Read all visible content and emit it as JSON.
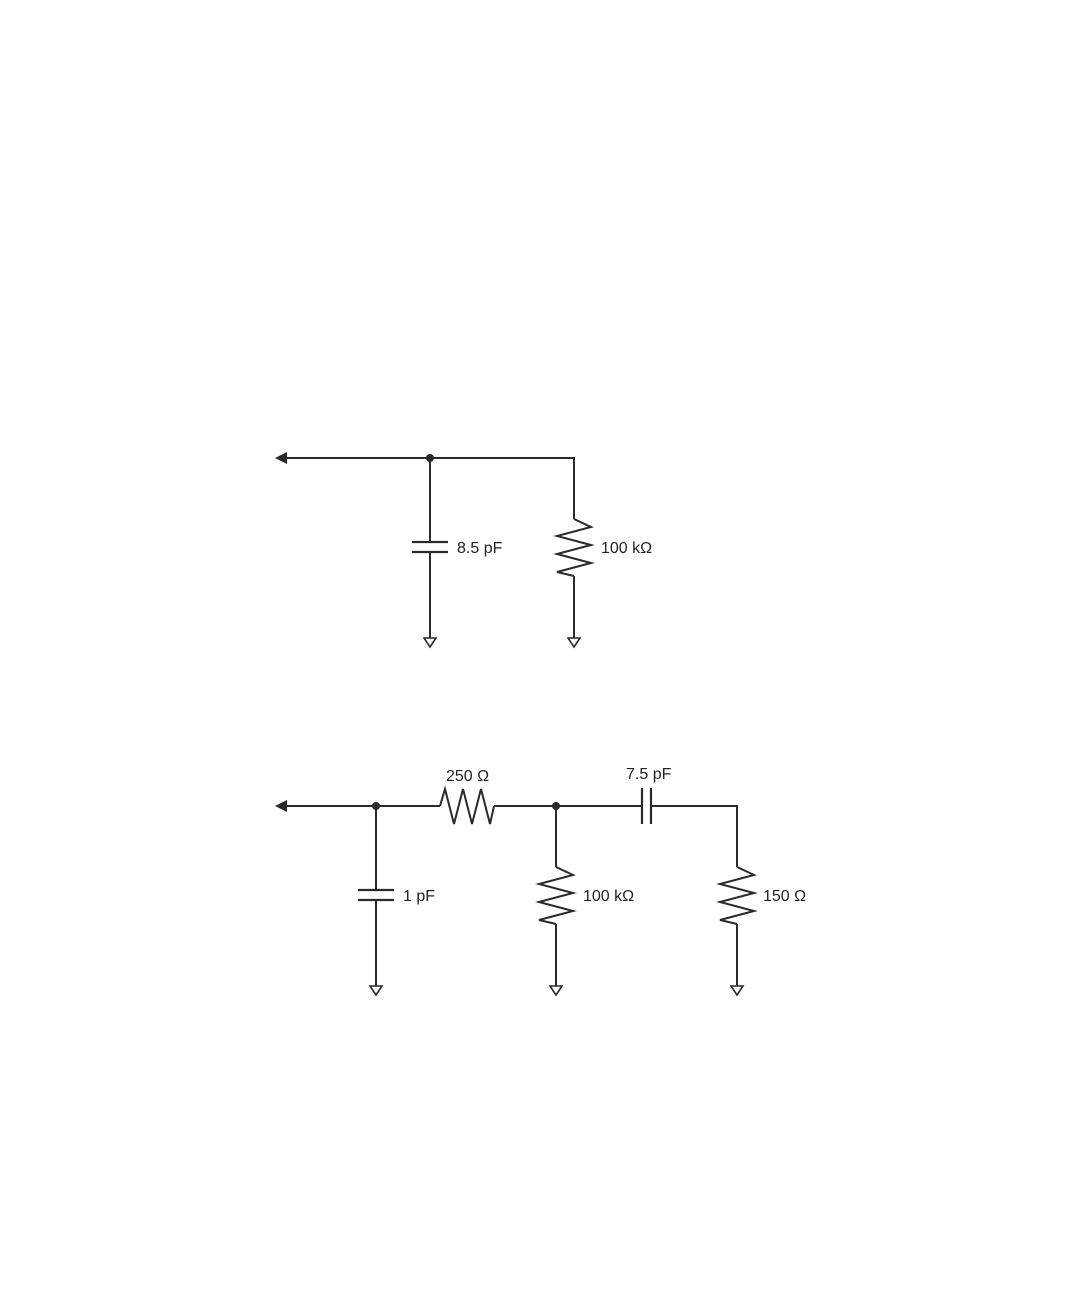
{
  "circuit_a": {
    "capacitor_label": "8.5 pF",
    "resistor_label": "100 kΩ"
  },
  "circuit_b": {
    "capacitor_shunt_label": "1 pF",
    "resistor_series_label": "250 Ω",
    "resistor_shunt_label": "100 kΩ",
    "capacitor_series_label": "7.5 pF",
    "resistor_load_label": "150 Ω"
  },
  "colors": {
    "line": "#2a2a2a",
    "background": "#ffffff"
  }
}
